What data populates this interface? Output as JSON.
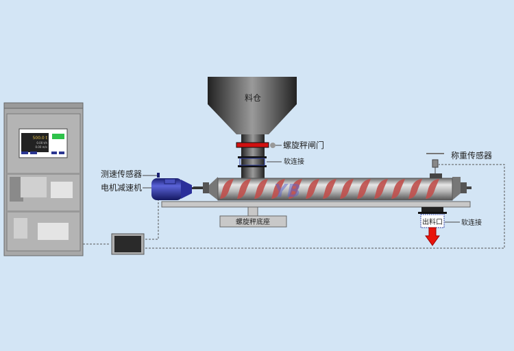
{
  "hopper": {
    "label": "料仓"
  },
  "labels": {
    "gate": "螺旋秤闸门",
    "soft_joint_top": "软连接",
    "soft_joint_bottom": "软连接",
    "load_cell": "称重传感器",
    "speed_sensor": "测速传感器",
    "motor": "电机减速机",
    "base": "螺旋秤底座",
    "outlet": "出料口"
  },
  "display": {
    "weight": "500.0 t",
    "flow": "0.00 t/h",
    "speed": "0.00 m/s"
  },
  "watermark": "YB",
  "colors": {
    "background": "#d3e5f5",
    "screw": "#c0504d",
    "motor": "#2a2f9a",
    "arrow": "#e8140c"
  }
}
